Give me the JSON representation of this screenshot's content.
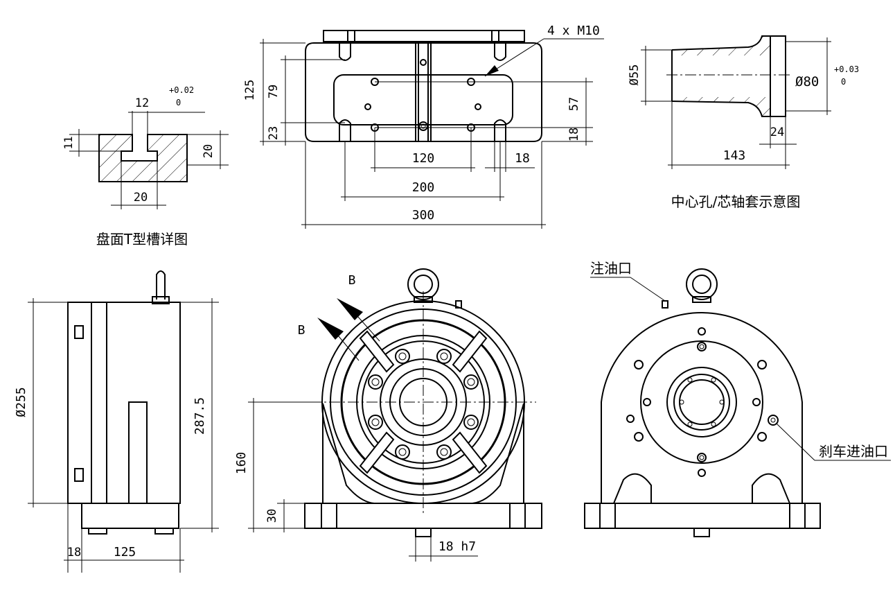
{
  "titles": {
    "tslot": "盘面T型槽详图",
    "center_hole": "中心孔/芯轴套示意图"
  },
  "tslot": {
    "dim_12": "12",
    "tol_upper": "+0.02",
    "tol_lower": "0",
    "dim_11": "11",
    "dim_20_right": "20",
    "dim_20_bottom": "20"
  },
  "top_view": {
    "dim_125": "125",
    "dim_79": "79",
    "dim_23": "23",
    "dim_57": "57",
    "dim_18_right": "18",
    "dim_120": "120",
    "dim_18_bottom": "18",
    "dim_200": "200",
    "dim_300": "300",
    "thread_label": "4 x M10"
  },
  "center_hole": {
    "dim_55": "Ø55",
    "dim_80": "Ø80",
    "tol_upper": "+0.03",
    "tol_lower": "0",
    "dim_24": "24",
    "dim_143": "143"
  },
  "side_view": {
    "dim_255": "Ø255",
    "dim_287_5": "287.5",
    "dim_18": "18",
    "dim_125": "125"
  },
  "front_view": {
    "section_b1": "B",
    "section_b2": "B",
    "dim_160": "160",
    "dim_30": "30",
    "dim_18h7": "18 h7"
  },
  "rear_view": {
    "oil_fill": "注油口",
    "brake_oil_inlet": "刹车进油口"
  }
}
